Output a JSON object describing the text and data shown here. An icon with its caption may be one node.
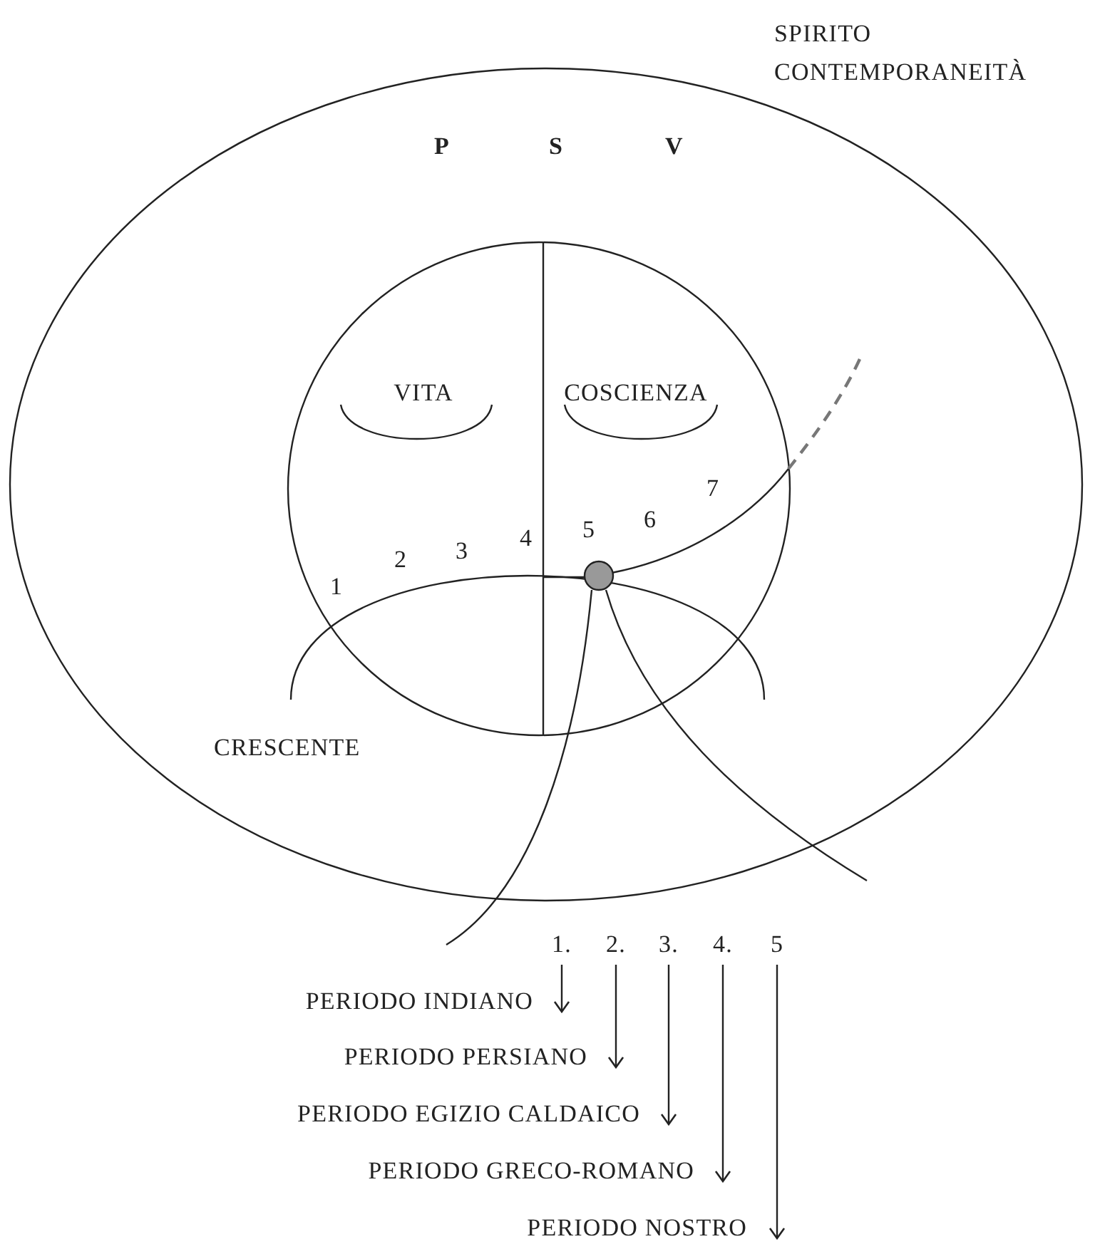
{
  "diagram": {
    "nodes": [
      {
        "text": [
          "1."
        ]
      },
      {
        "text": [
          "2."
        ]
      },
      {
        "text": [
          "3."
        ]
      },
      {
        "text": [
          "4."
        ]
      },
      {
        "text": [
          "5"
        ]
      },
      {
        "text": [
          "PERIODO INDIANO"
        ]
      },
      {
        "text": [
          "PERIODO PERSIANO"
        ]
      },
      {
        "text": [
          "PERIODO EGIZIO CALDAICO"
        ]
      },
      {
        "text": [
          "PERIODO GRECO-ROMANO"
        ]
      },
      {
        "text": [
          "PERIODO NOSTRO"
        ]
      }
    ],
    "edges": [
      {
        "from": 0,
        "to": 5,
        "arrow": "to"
      },
      {
        "from": 1,
        "to": 6,
        "arrow": "to"
      },
      {
        "from": 2,
        "to": 7,
        "arrow": "to"
      },
      {
        "from": 3,
        "to": 8,
        "arrow": "to"
      },
      {
        "from": 4,
        "to": 9,
        "arrow": "to"
      }
    ],
    "labels": [
      "SPIRITO",
      "CONTEMPORANEITÀ",
      "P",
      "S",
      "V",
      "VITA",
      "COSCIENZA",
      "7",
      "6",
      "4",
      "5",
      "3",
      "2",
      "1",
      "CRESCENTE"
    ]
  }
}
